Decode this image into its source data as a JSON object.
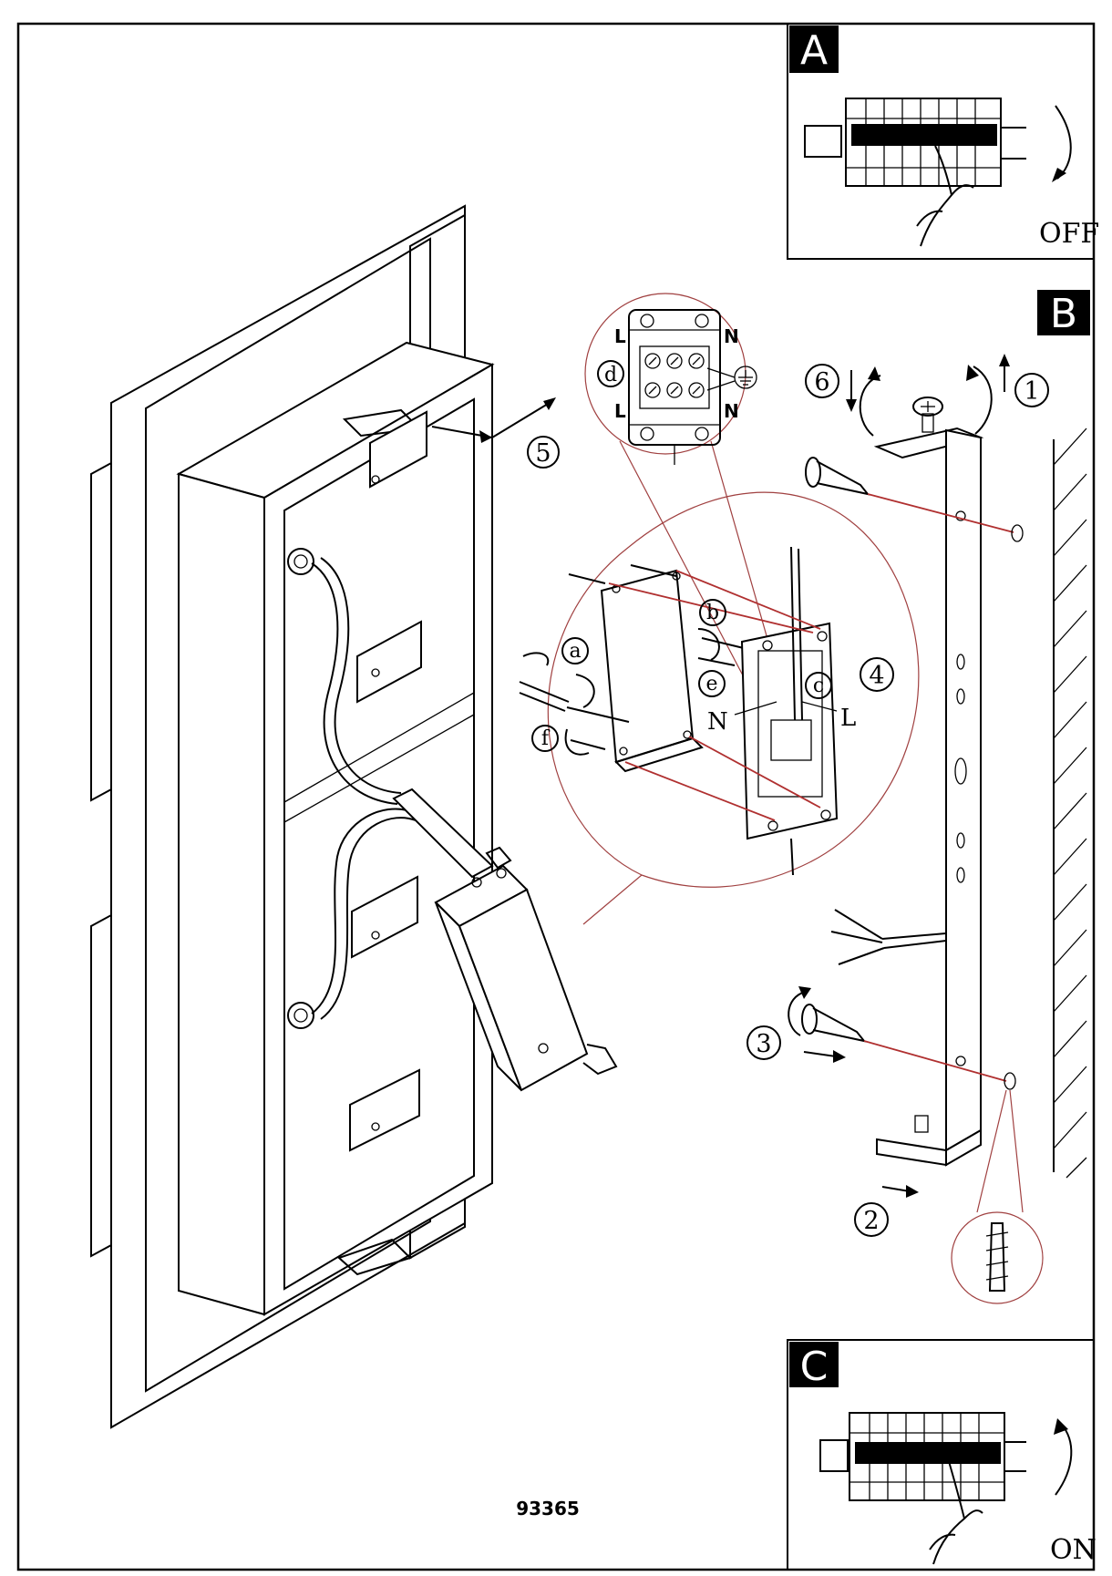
{
  "panels": {
    "a": {
      "letter": "A",
      "state": "OFF"
    },
    "b": {
      "letter": "B"
    },
    "c": {
      "letter": "C",
      "state": "ON"
    }
  },
  "steps": [
    "1",
    "2",
    "3",
    "4",
    "5",
    "6"
  ],
  "sub_steps": [
    "a",
    "b",
    "c",
    "d",
    "e",
    "f"
  ],
  "wiring": {
    "neutral": "N",
    "live": "L"
  },
  "terminals": {
    "live": "L",
    "neutral": "N"
  },
  "product_code": "93365",
  "colors": {
    "line": "#000000",
    "callout": "#b03030",
    "panel_tag": "#000000"
  },
  "icons": [
    "circuit-breaker-icon",
    "hand-icon",
    "rotate-arrow-icon",
    "screw-icon",
    "wall-plug-icon",
    "screwdriver-icon",
    "ground-icon"
  ]
}
